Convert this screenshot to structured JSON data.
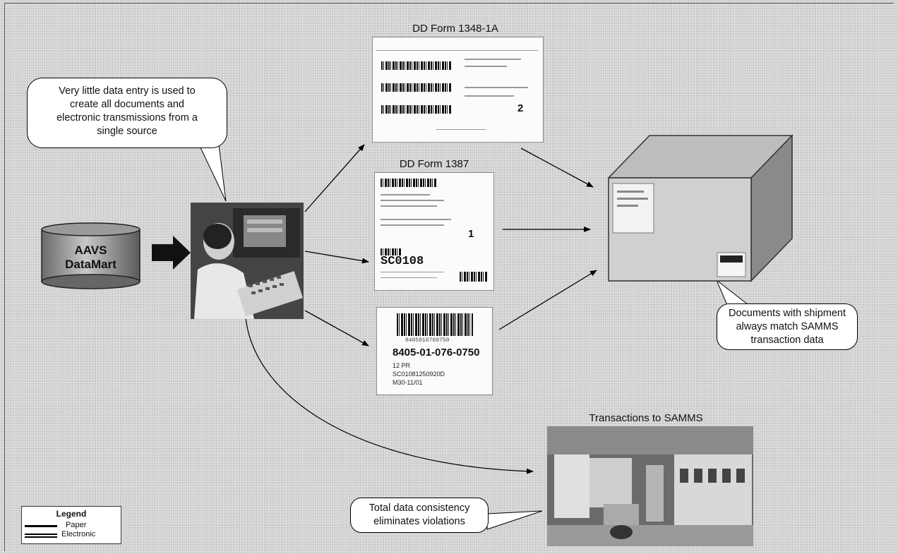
{
  "labels": {
    "datamart_line1": "AAVS",
    "datamart_line2": "DataMart",
    "form_1348": "DD Form 1348-1A",
    "form_1387": "DD Form 1387",
    "transactions": "Transactions to SAMMS"
  },
  "callouts": {
    "data_entry": [
      "Very little data entry is used to",
      "create all documents and",
      "electronic transmissions from a",
      "single source"
    ],
    "shipment": [
      "Documents with shipment",
      "always match SAMMS",
      "transaction data"
    ],
    "consistency": [
      "Total data consistency",
      "eliminates violations"
    ]
  },
  "documents": {
    "form_1348_number": "2",
    "form_1387_number": "1",
    "form_1387_code": "SC0108",
    "label_barcode_text": "8405010760750",
    "label_nsn": "8405-01-076-0750",
    "label_line1": "12 PR",
    "label_line2": "SC01081250920D",
    "label_line3": "M30-11/01"
  },
  "legend": {
    "title": "Legend",
    "paper": "Paper",
    "electronic": "Electronic"
  }
}
